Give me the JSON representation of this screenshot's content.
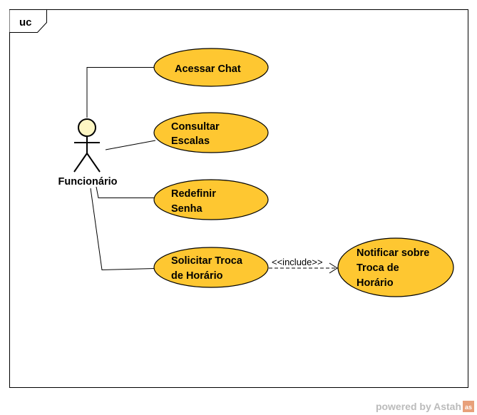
{
  "frame": {
    "label": "uc"
  },
  "actor": {
    "name": "Funcionário",
    "head_color": "#fdf6c3"
  },
  "colors": {
    "usecase_fill": "#fec731"
  },
  "use_cases": [
    {
      "id": "acessar-chat",
      "lines": [
        "Acessar Chat"
      ]
    },
    {
      "id": "consultar-escalas",
      "lines": [
        "Consultar",
        "Escalas"
      ]
    },
    {
      "id": "redefinir-senha",
      "lines": [
        "Redefinir",
        "Senha"
      ]
    },
    {
      "id": "solicitar-troca",
      "lines": [
        "Solicitar Troca",
        "de Horário"
      ]
    },
    {
      "id": "notificar-troca",
      "lines": [
        "Notificar sobre",
        "Troca de",
        "Horário"
      ]
    }
  ],
  "include": {
    "label": "<<include>>"
  },
  "footer": {
    "text": "powered by Astah",
    "logo_text": "as"
  }
}
